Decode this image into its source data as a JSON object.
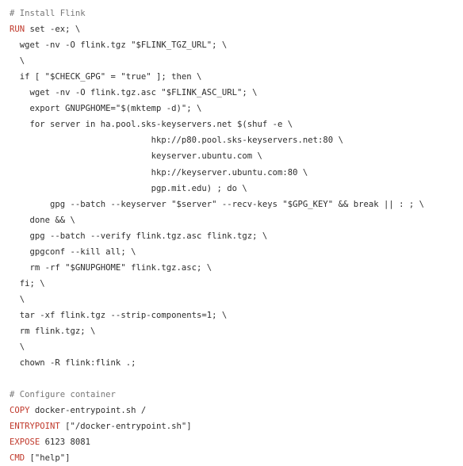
{
  "code": {
    "lines": [
      {
        "kw": "",
        "text": "",
        "comment": "# Install Flink"
      },
      {
        "kw": "RUN",
        "text": " set -ex; \\",
        "comment": ""
      },
      {
        "kw": "",
        "text": "  wget -nv -O flink.tgz \"$FLINK_TGZ_URL\"; \\",
        "comment": ""
      },
      {
        "kw": "",
        "text": "  \\",
        "comment": ""
      },
      {
        "kw": "",
        "text": "  if [ \"$CHECK_GPG\" = \"true\" ]; then \\",
        "comment": ""
      },
      {
        "kw": "",
        "text": "    wget -nv -O flink.tgz.asc \"$FLINK_ASC_URL\"; \\",
        "comment": ""
      },
      {
        "kw": "",
        "text": "    export GNUPGHOME=\"$(mktemp -d)\"; \\",
        "comment": ""
      },
      {
        "kw": "",
        "text": "    for server in ha.pool.sks-keyservers.net $(shuf -e \\",
        "comment": ""
      },
      {
        "kw": "",
        "text": "                            hkp://p80.pool.sks-keyservers.net:80 \\",
        "comment": ""
      },
      {
        "kw": "",
        "text": "                            keyserver.ubuntu.com \\",
        "comment": ""
      },
      {
        "kw": "",
        "text": "                            hkp://keyserver.ubuntu.com:80 \\",
        "comment": ""
      },
      {
        "kw": "",
        "text": "                            pgp.mit.edu) ; do \\",
        "comment": ""
      },
      {
        "kw": "",
        "text": "        gpg --batch --keyserver \"$server\" --recv-keys \"$GPG_KEY\" && break || : ; \\",
        "comment": ""
      },
      {
        "kw": "",
        "text": "    done && \\",
        "comment": ""
      },
      {
        "kw": "",
        "text": "    gpg --batch --verify flink.tgz.asc flink.tgz; \\",
        "comment": ""
      },
      {
        "kw": "",
        "text": "    gpgconf --kill all; \\",
        "comment": ""
      },
      {
        "kw": "",
        "text": "    rm -rf \"$GNUPGHOME\" flink.tgz.asc; \\",
        "comment": ""
      },
      {
        "kw": "",
        "text": "  fi; \\",
        "comment": ""
      },
      {
        "kw": "",
        "text": "  \\",
        "comment": ""
      },
      {
        "kw": "",
        "text": "  tar -xf flink.tgz --strip-components=1; \\",
        "comment": ""
      },
      {
        "kw": "",
        "text": "  rm flink.tgz; \\",
        "comment": ""
      },
      {
        "kw": "",
        "text": "  \\",
        "comment": ""
      },
      {
        "kw": "",
        "text": "  chown -R flink:flink .;",
        "comment": ""
      },
      {
        "kw": "",
        "text": "",
        "comment": ""
      },
      {
        "kw": "",
        "text": "",
        "comment": "# Configure container"
      },
      {
        "kw": "COPY",
        "text": " docker-entrypoint.sh /",
        "comment": ""
      },
      {
        "kw": "ENTRYPOINT",
        "text": " [\"/docker-entrypoint.sh\"]",
        "comment": ""
      },
      {
        "kw": "EXPOSE",
        "text": " 6123 8081",
        "comment": ""
      },
      {
        "kw": "CMD",
        "text": " [\"help\"]",
        "comment": ""
      }
    ]
  }
}
